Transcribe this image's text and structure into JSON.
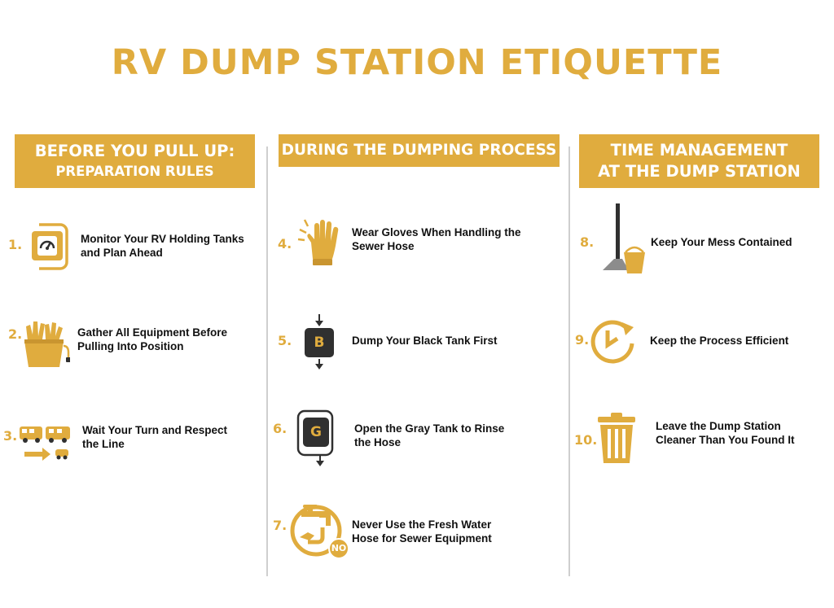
{
  "title": "RV DUMP STATION ETIQUETTE",
  "colors": {
    "accent": "#e0ac3e",
    "dark": "#303030",
    "gray": "#8c8c8c",
    "text": "#111111"
  },
  "columns": [
    {
      "heading_line1": "BEFORE YOU PULL UP:",
      "heading_line2": "PREPARATION RULES",
      "steps": [
        {
          "number": "1.",
          "text_line1": "Monitor Your RV Holding Tanks",
          "text_line2": "and Plan Ahead",
          "icon": "tank-gauge-icon"
        },
        {
          "number": "2.",
          "text_line1": "Gather All Equipment Before",
          "text_line2": "Pulling Into Position",
          "icon": "equipment-bucket-icon"
        },
        {
          "number": "3.",
          "text_line1": "Wait Your Turn and Respect",
          "text_line2": "the Line",
          "icon": "rv-queue-icon"
        }
      ]
    },
    {
      "heading_line1": "DURING THE DUMPING PROCESS",
      "steps": [
        {
          "number": "4.",
          "text_line1": "Wear Gloves When Handling the",
          "text_line2": "Sewer Hose",
          "icon": "glove-icon"
        },
        {
          "number": "5.",
          "text_line1": "Dump Your Black Tank First",
          "text_line2": "",
          "icon": "black-tank-icon",
          "badge": "B"
        },
        {
          "number": "6.",
          "text_line1": "Open the Gray Tank to Rinse",
          "text_line2": "the Hose",
          "icon": "gray-tank-icon",
          "badge": "G"
        },
        {
          "number": "7.",
          "text_line1": "Never Use the Fresh Water",
          "text_line2": "Hose for Sewer Equipment",
          "icon": "no-faucet-icon",
          "badge": "NO"
        }
      ]
    },
    {
      "heading_line1": "TIME MANAGEMENT",
      "heading_line2": "AT THE DUMP STATION",
      "steps": [
        {
          "number": "8.",
          "text_line1": "Keep Your Mess Contained",
          "text_line2": "",
          "icon": "mop-bucket-icon"
        },
        {
          "number": "9.",
          "text_line1": "Keep the Process Efficient",
          "text_line2": "",
          "icon": "clock-icon"
        },
        {
          "number": "10.",
          "text_line1": "Leave the Dump Station",
          "text_line2": "Cleaner Than You Found It",
          "icon": "trash-can-icon"
        }
      ]
    }
  ]
}
